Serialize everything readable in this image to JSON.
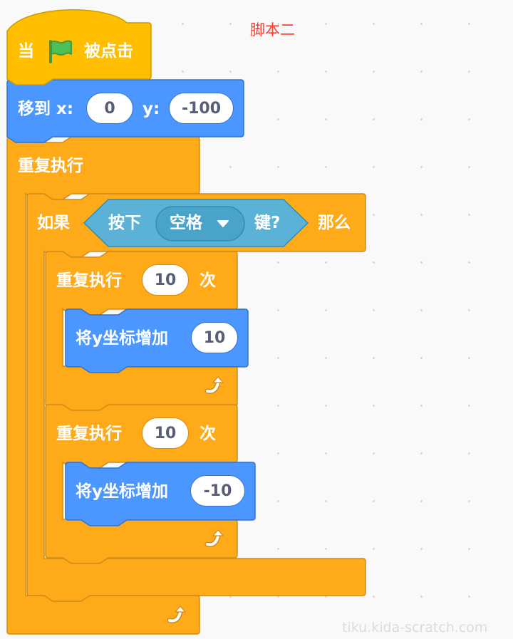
{
  "script_label": "脚本二",
  "hat_block": {
    "prefix": "当",
    "flag_icon": "green-flag-icon",
    "suffix": "被点击"
  },
  "goto_block": {
    "label": "移到 x:",
    "x_value": "0",
    "y_label": "y:",
    "y_value": "-100"
  },
  "forever_block": {
    "label": "重复执行",
    "loop_icon": "loop-arrow-icon"
  },
  "if_block": {
    "label": "如果",
    "condition": {
      "prefix": "按下",
      "key_value": "空格",
      "suffix": "键?"
    },
    "then_label": "那么"
  },
  "repeat_blocks": [
    {
      "label": "重复执行",
      "count": "10",
      "suffix": "次",
      "inner": {
        "label": "将y坐标增加",
        "value": "10"
      }
    },
    {
      "label": "重复执行",
      "count": "10",
      "suffix": "次",
      "inner": {
        "label": "将y坐标增加",
        "value": "-10"
      }
    }
  ],
  "watermark": "tiku.kida-scratch.com",
  "colors": {
    "events": "#ffbf00",
    "motion": "#4c97ff",
    "control": "#ffab19",
    "sensing": "#5cb1d6",
    "background": "#f9f9f9",
    "label_red": "#ff3b30"
  }
}
